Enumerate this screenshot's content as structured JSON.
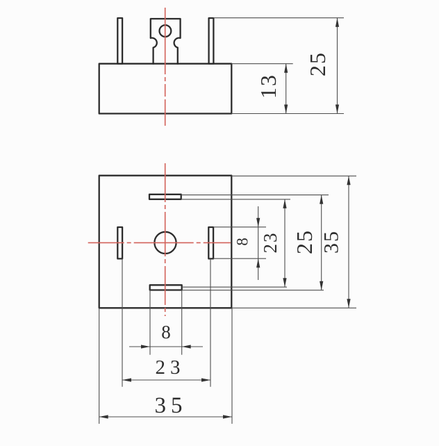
{
  "colors": {
    "background": "#fcfcfc",
    "outline": "#2c2c2c",
    "dim_line": "#4e4e4e",
    "centerline": "#d2625a",
    "arrow": "#333333",
    "text": "#2d2d2d"
  },
  "dims": {
    "front": {
      "body_height": "13",
      "overall_height": "25"
    },
    "top_right": {
      "slot_length": "8",
      "slot_inner_span": "23",
      "slot_outer_span": "25",
      "body_width": "35"
    },
    "top_bottom": {
      "slot_length": "8",
      "terminal_pitch": "23",
      "body_width": "35"
    }
  }
}
